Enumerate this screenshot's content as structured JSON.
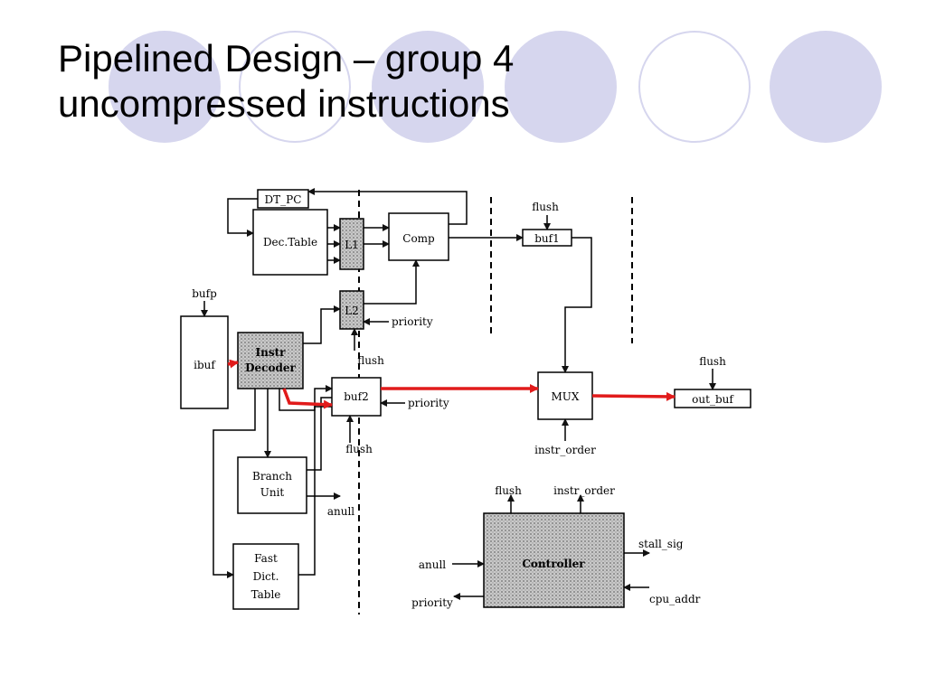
{
  "slide": {
    "title_line1": "Pipelined Design – group 4",
    "title_line2": "uncompressed instructions",
    "accent": "#d6d6ee"
  },
  "diagram": {
    "blocks": {
      "dt_pc": "DT_PC",
      "dec_table": "Dec.Table",
      "l1": "L1",
      "comp": "Comp",
      "buf1": "buf1",
      "l2": "L2",
      "ibuf": "ibuf",
      "instr_decoder_1": "Instr",
      "instr_decoder_2": "Decoder",
      "buf2": "buf2",
      "mux": "MUX",
      "out_buf": "out_buf",
      "branch_unit_1": "Branch",
      "branch_unit_2": "Unit",
      "fast_dict_1": "Fast",
      "fast_dict_2": "Dict.",
      "fast_dict_3": "Table",
      "controller": "Controller"
    },
    "signals": {
      "bufp": "bufp",
      "flush_buf1": "flush",
      "flush_l2": "flush",
      "flush_buf2": "flush",
      "flush_out": "flush",
      "flush_ctrl": "flush",
      "priority_l2": "priority",
      "priority_buf2": "priority",
      "priority_ctrl": "priority",
      "instr_order_mux": "instr_order",
      "instr_order_ctrl": "instr_order",
      "anull_branch": "anull",
      "anull_ctrl": "anull",
      "stall_sig": "stall_sig",
      "cpu_addr": "cpu_addr"
    },
    "highlight_color": "#e11b1b"
  }
}
